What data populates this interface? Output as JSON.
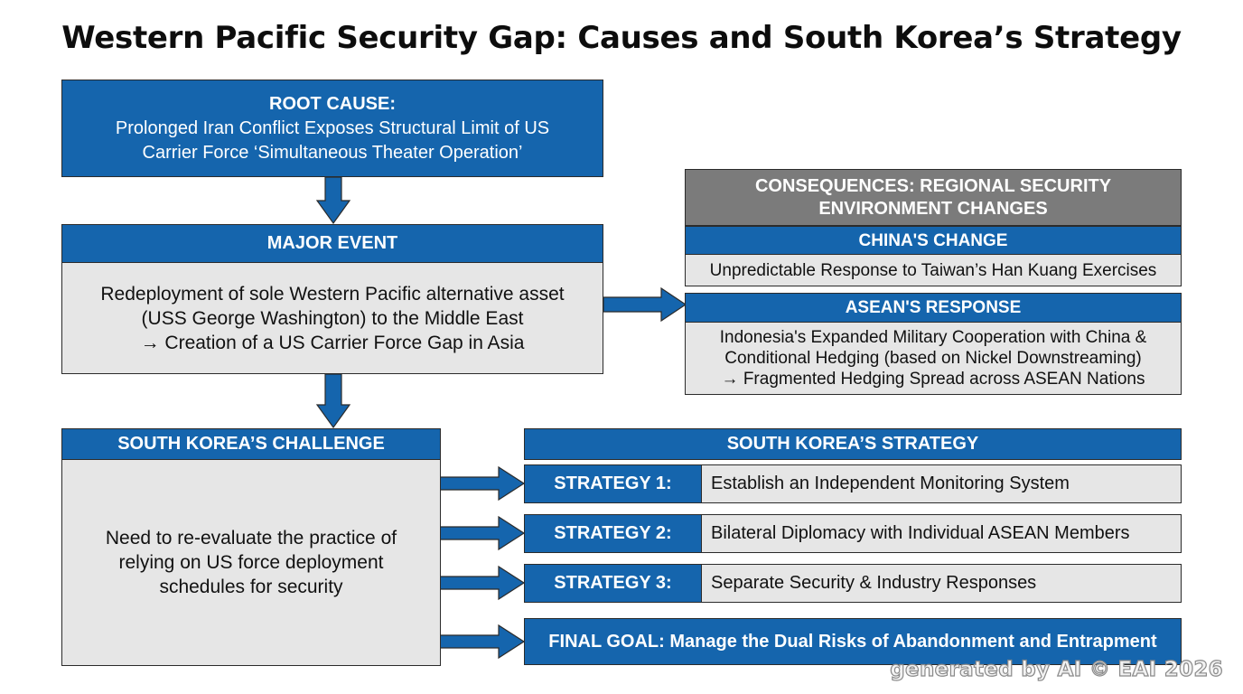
{
  "title": "Western Pacific Security Gap: Causes and South Korea’s Strategy",
  "root_cause": {
    "heading": "ROOT CAUSE:",
    "line1": "Prolonged Iran Conflict Exposes Structural Limit of US",
    "line2": "Carrier Force ‘Simultaneous Theater Operation’"
  },
  "major_event": {
    "heading": "MAJOR EVENT",
    "line1": "Redeployment of sole Western Pacific alternative asset",
    "line2": "(USS George Washington) to the Middle East",
    "line3": "→ Creation of a US Carrier Force Gap in Asia"
  },
  "consequences": {
    "heading_line1": "CONSEQUENCES: REGIONAL SECURITY",
    "heading_line2": "ENVIRONMENT CHANGES",
    "china_heading": "CHINA'S CHANGE",
    "china_text": "Unpredictable Response to Taiwan’s Han Kuang Exercises",
    "asean_heading": "ASEAN'S RESPONSE",
    "asean_line1": "Indonesia's Expanded Military Cooperation with China &",
    "asean_line2": "Conditional Hedging (based on Nickel Downstreaming)",
    "asean_line3": "→ Fragmented Hedging Spread across ASEAN Nations"
  },
  "challenge": {
    "heading": "SOUTH KOREA’S CHALLENGE",
    "line1": "Need to re-evaluate the practice of",
    "line2": "relying on US force deployment",
    "line3": "schedules for security"
  },
  "strategy": {
    "heading": "SOUTH KOREA’S STRATEGY",
    "items": [
      {
        "label": "STRATEGY 1:",
        "text": "Establish an Independent Monitoring System"
      },
      {
        "label": "STRATEGY 2:",
        "text": "Bilateral Diplomacy with Individual ASEAN Members"
      },
      {
        "label": "STRATEGY 3:",
        "text": "Separate Security & Industry Responses"
      }
    ],
    "final_goal": "FINAL GOAL: Manage the Dual Risks of Abandonment and Entrapment"
  },
  "watermark": "generated by AI © EAI 2026",
  "colors": {
    "blue": "#1565ad",
    "grey": "#e6e6e6",
    "dark_grey": "#7b7b7b"
  }
}
